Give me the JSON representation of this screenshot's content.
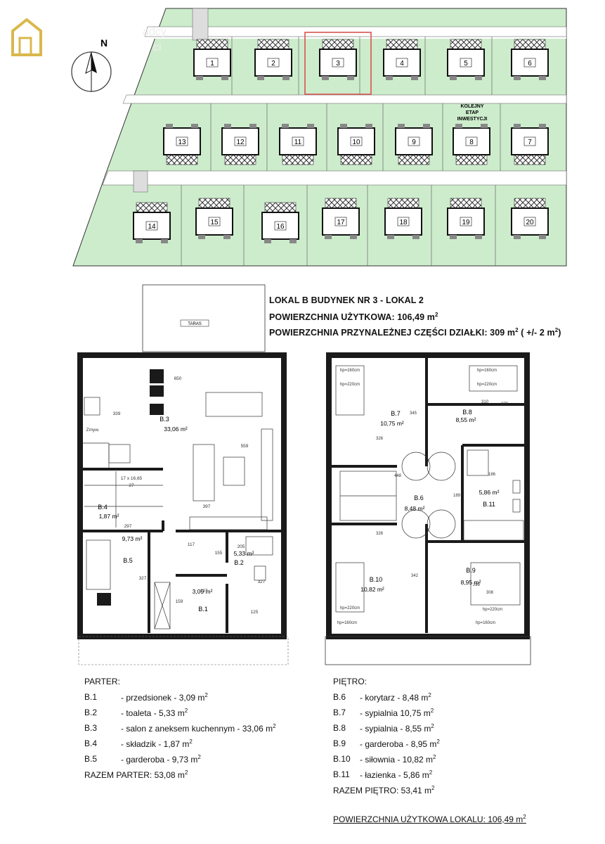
{
  "site": {
    "compass_letter": "N",
    "logo_text_1": "adcy",
    "logo_text_2": "ci",
    "plots_row1": [
      "1",
      "2",
      "3",
      "4",
      "5",
      "6"
    ],
    "plots_row2": [
      "13",
      "12",
      "11",
      "10",
      "9",
      "8",
      "7"
    ],
    "plots_row3": [
      "14",
      "15",
      "16",
      "17",
      "18",
      "19",
      "20"
    ],
    "highlighted_plot": "3",
    "note_lines": [
      "KOLEJNY",
      "ETAP",
      "INWESTYCJI"
    ]
  },
  "info": {
    "line1": "LOKAL B BUDYNEK NR 3 - LOKAL 2",
    "line2_label": "POWIERZCHNIA UŻYTKOWA: 106,49 m",
    "line2_sup": "2",
    "line3_label": "POWIERZCHNIA PRZYNALEŻNEJ CZĘŚCI DZIAŁKI: 309 m",
    "line3_sup": "2",
    "line3_tail": " ( +/- 2 m",
    "line3_sup2": "2",
    "line3_end": ")"
  },
  "plan": {
    "taras": "TARAS",
    "ground_rooms": [
      {
        "id": "B.3",
        "area": "33,06 m²"
      },
      {
        "id": "B.4",
        "area": "1,87 m²"
      },
      {
        "id": "B.5",
        "area": "9,73 m²"
      },
      {
        "id": "B.2",
        "area": "5,33 m²"
      },
      {
        "id": "B.1",
        "area": "3,09 m²"
      }
    ],
    "upper_rooms": [
      {
        "id": "B.7",
        "area": "10,75 m²"
      },
      {
        "id": "B.8",
        "area": "8,55 m²"
      },
      {
        "id": "B.6",
        "area": "8,48 m²"
      },
      {
        "id": "B.11",
        "area": "5,86 m²"
      },
      {
        "id": "B.10",
        "area": "10,82 m²"
      },
      {
        "id": "B.9",
        "area": "8,95 m²"
      }
    ],
    "dims_ground": [
      "650",
      "339",
      "559",
      "397",
      "297",
      "117",
      "205",
      "155",
      "327",
      "197",
      "159",
      "125",
      "327",
      "17 x 16,65",
      "27",
      "Zmyw."
    ],
    "dims_upper": [
      "hp=160cm",
      "hp=220cm",
      "hp=160cm",
      "hp=220cm",
      "310",
      "279",
      "345",
      "326",
      "448",
      "186",
      "189",
      "326",
      "342",
      "293",
      "308",
      "hp=220cm",
      "hp=160cm",
      "hp=160cm",
      "hp=220cm"
    ]
  },
  "legend_ground": {
    "heading": "PARTER:",
    "rows": [
      {
        "code": "B.1",
        "desc": "-  przedsionek - 3,09 m",
        "sup": "2"
      },
      {
        "code": "B.2",
        "desc": "-  toaleta - 5,33 m",
        "sup": "2"
      },
      {
        "code": "B.3",
        "desc": "-  salon z aneksem kuchennym - 33,06 m",
        "sup": "2"
      },
      {
        "code": "B.4",
        "desc": "-  składzik - 1,87 m",
        "sup": "2"
      },
      {
        "code": "B.5",
        "desc": "-  garderoba - 9,73 m",
        "sup": "2"
      }
    ],
    "total": "RAZEM PARTER: 53,08 m",
    "total_sup": "2"
  },
  "legend_upper": {
    "heading": "PIĘTRO:",
    "rows": [
      {
        "code": "B.6",
        "desc": "-  korytarz - 8,48 m",
        "sup": "2"
      },
      {
        "code": "B.7",
        "desc": "-  sypialnia 10,75 m",
        "sup": "2"
      },
      {
        "code": "B.8",
        "desc": "-  sypialnia  - 8,55 m",
        "sup": "2"
      },
      {
        "code": "B.9",
        "desc": "-  garderoba - 8,95 m",
        "sup": "2"
      },
      {
        "code": "B.10",
        "desc": "-  siłownia - 10,82 m",
        "sup": "2"
      },
      {
        "code": "B.11",
        "desc": "-  łazienka - 5,86 m",
        "sup": "2"
      }
    ],
    "total": "RAZEM PIĘTRO: 53,41 m",
    "total_sup": "2"
  },
  "final_total": "POWIERZCHNIA UŻYTKOWA LOKALU: 106,49 m",
  "final_total_sup": "2",
  "colors": {
    "green": "#cdeccc",
    "line": "#222",
    "highlight": "#d9534f",
    "logo": "#d9b84c",
    "wall": "#1a1a1a"
  }
}
